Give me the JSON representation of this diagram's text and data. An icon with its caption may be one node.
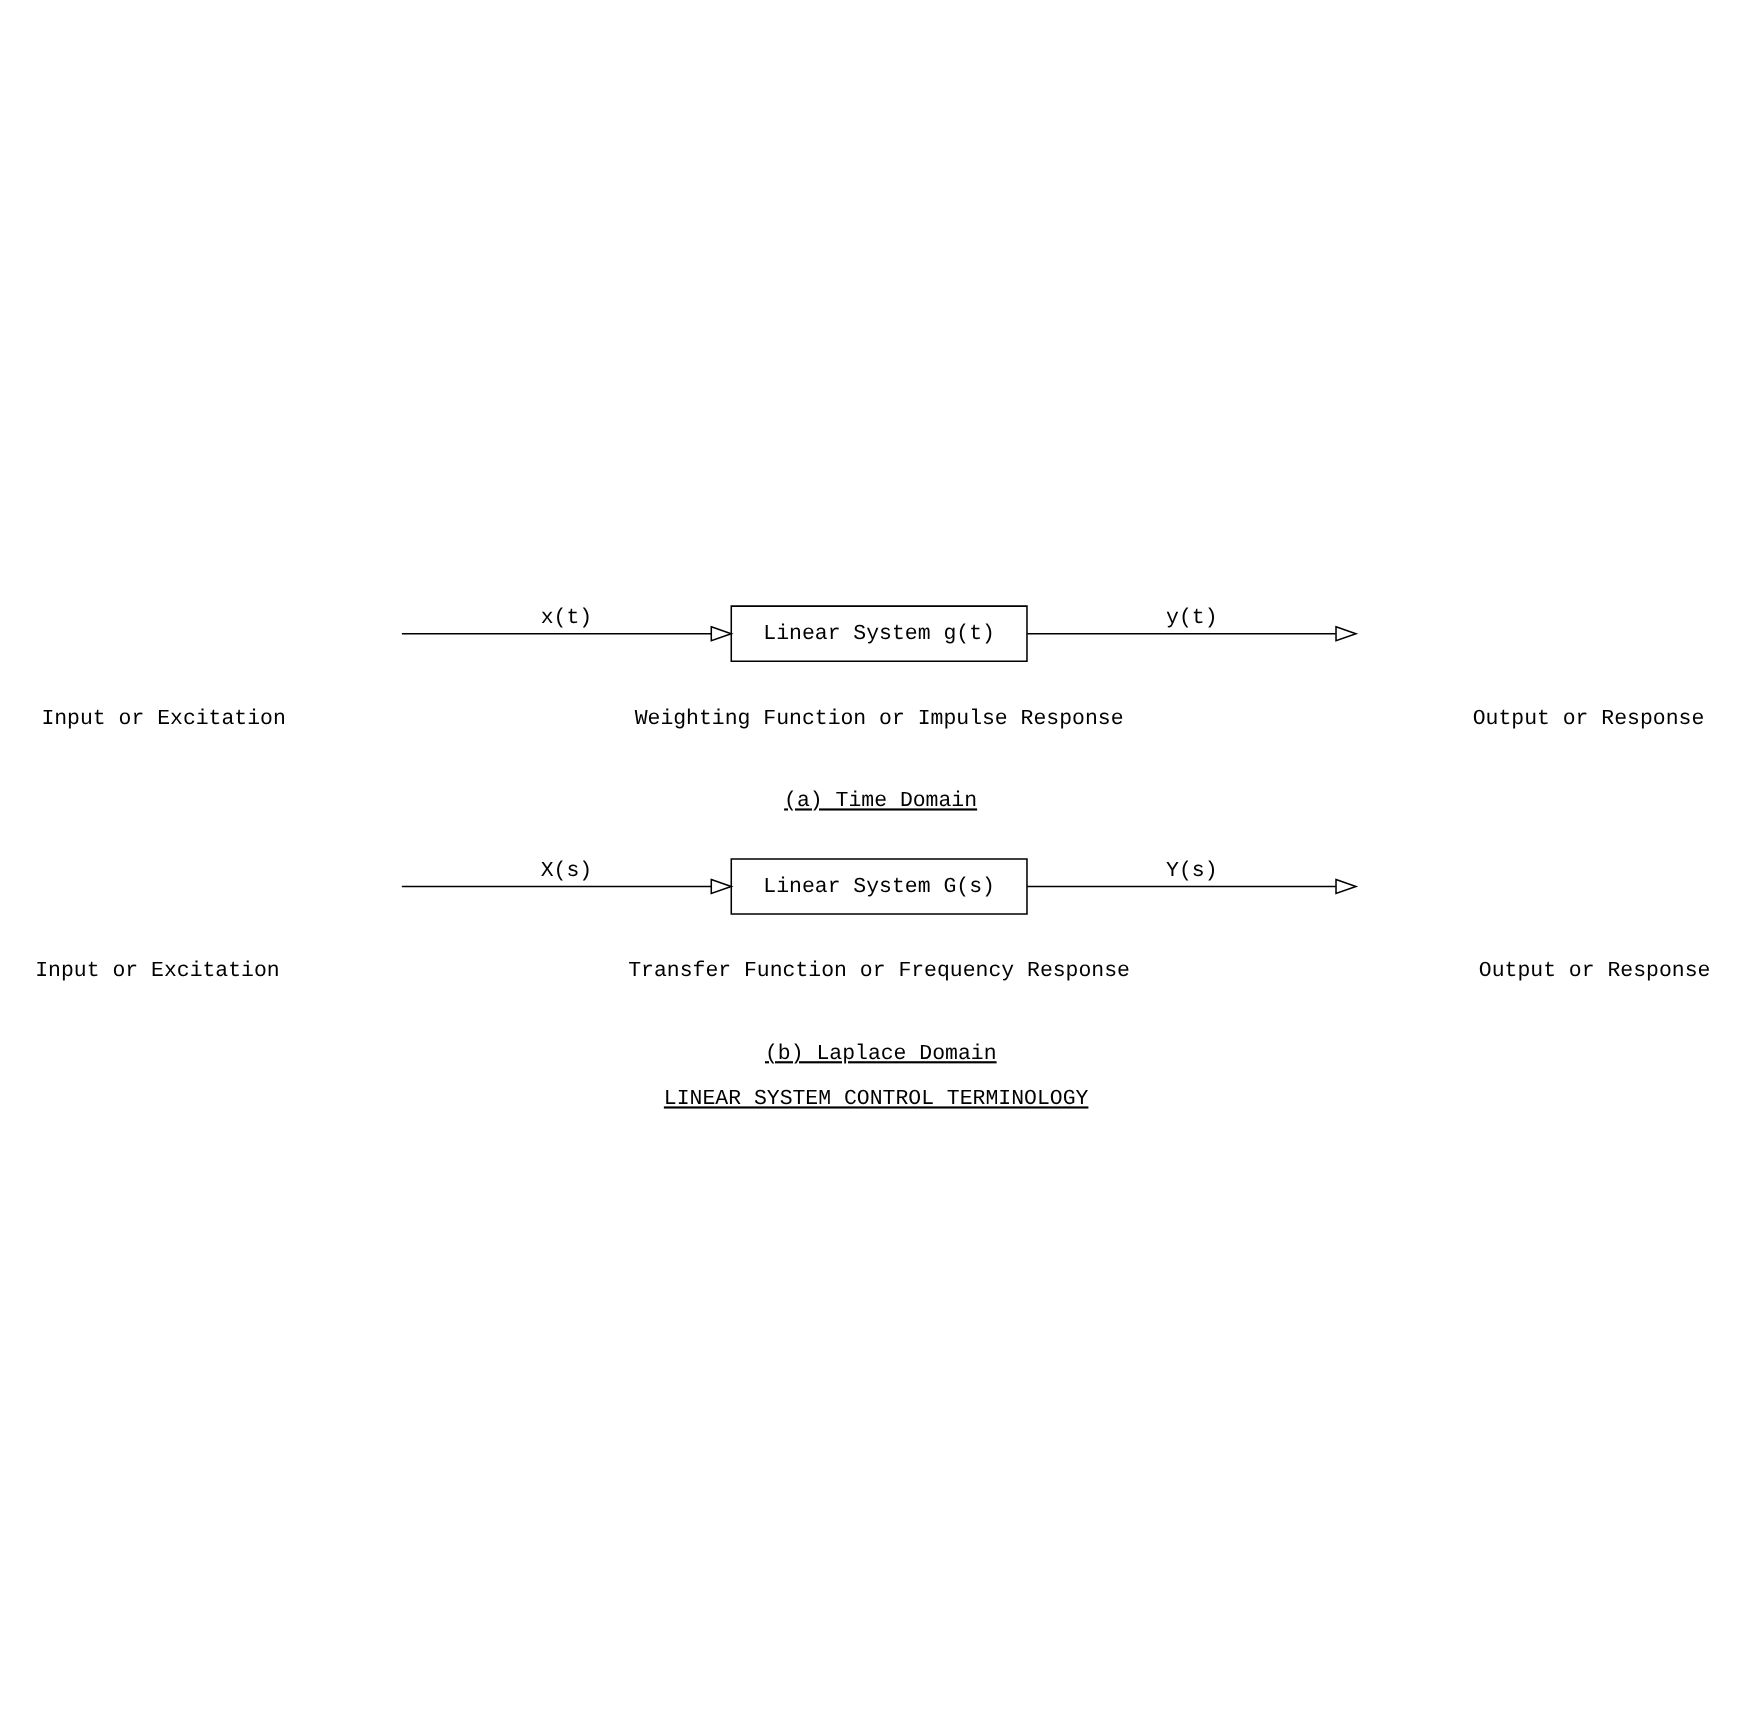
{
  "diagram": {
    "title": "LINEAR SYSTEM CONTROL TERMINOLOGY",
    "nodes": [
      {
        "text": [
          "Linear System g(t)"
        ],
        "beside": [
          "Weighting Function or Impulse Response"
        ]
      },
      {
        "text": [
          "Linear System G(s)"
        ],
        "beside": [
          "Transfer Function or Frequency Response"
        ]
      }
    ],
    "edges": [
      {
        "from": null,
        "to": 0,
        "arrow": "to",
        "label": "x(t)"
      },
      {
        "from": 0,
        "to": null,
        "arrow": "to",
        "label": "y(t)"
      },
      {
        "from": null,
        "to": 1,
        "arrow": "to",
        "label": "X(s)"
      },
      {
        "from": 1,
        "to": null,
        "arrow": "to",
        "label": "Y(s)"
      }
    ],
    "labels": [
      "Input or Excitation",
      "Output or Response",
      "(a) Time Domain",
      "Input or Excitation",
      "Output or Response",
      "(b) Laplace Domain"
    ]
  }
}
